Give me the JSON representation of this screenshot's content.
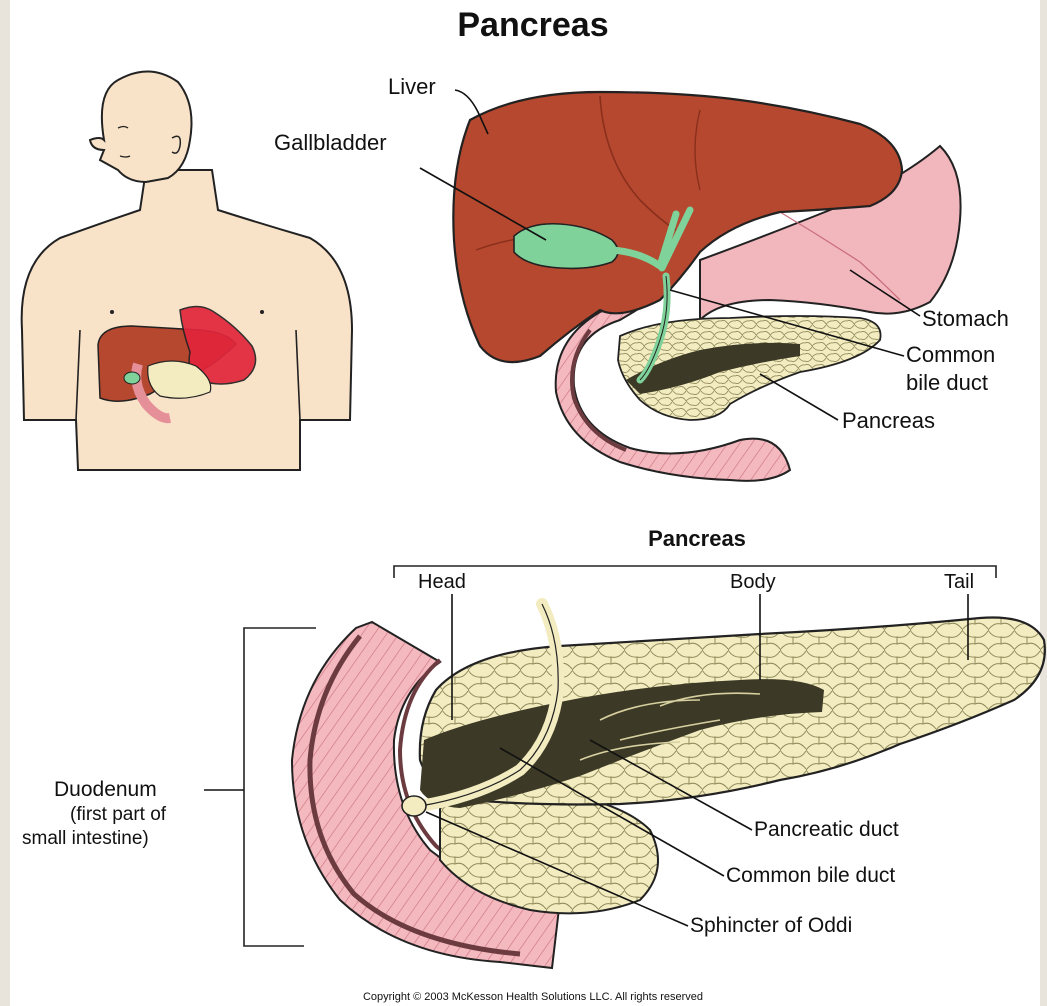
{
  "title": "Pancreas",
  "top_labels": {
    "liver": "Liver",
    "gallbladder": "Gallbladder",
    "stomach": "Stomach",
    "common_bile_duct_line1": "Common",
    "common_bile_duct_line2": "bile duct",
    "pancreas": "Pancreas"
  },
  "detail": {
    "heading": "Pancreas",
    "head": "Head",
    "body": "Body",
    "tail": "Tail",
    "duodenum": "Duodenum",
    "duodenum_sub1": "(first part of",
    "duodenum_sub2": "small intestine)",
    "pancreatic_duct": "Pancreatic duct",
    "common_bile_duct": "Common bile duct",
    "sphincter": "Sphincter of Oddi"
  },
  "copyright": "Copyright © 2003 McKesson Health Solutions LLC. All rights reserved",
  "colors": {
    "liver": "#b5482f",
    "liver_dark": "#8a2f1c",
    "gallbladder": "#7fd39a",
    "stomach": "#f2b6bd",
    "duodenum": "#e58f98",
    "pancreas": "#f3ecc0",
    "duct": "#3c3a26",
    "skin": "#f8e2c8",
    "background": "#e8e4dc"
  }
}
